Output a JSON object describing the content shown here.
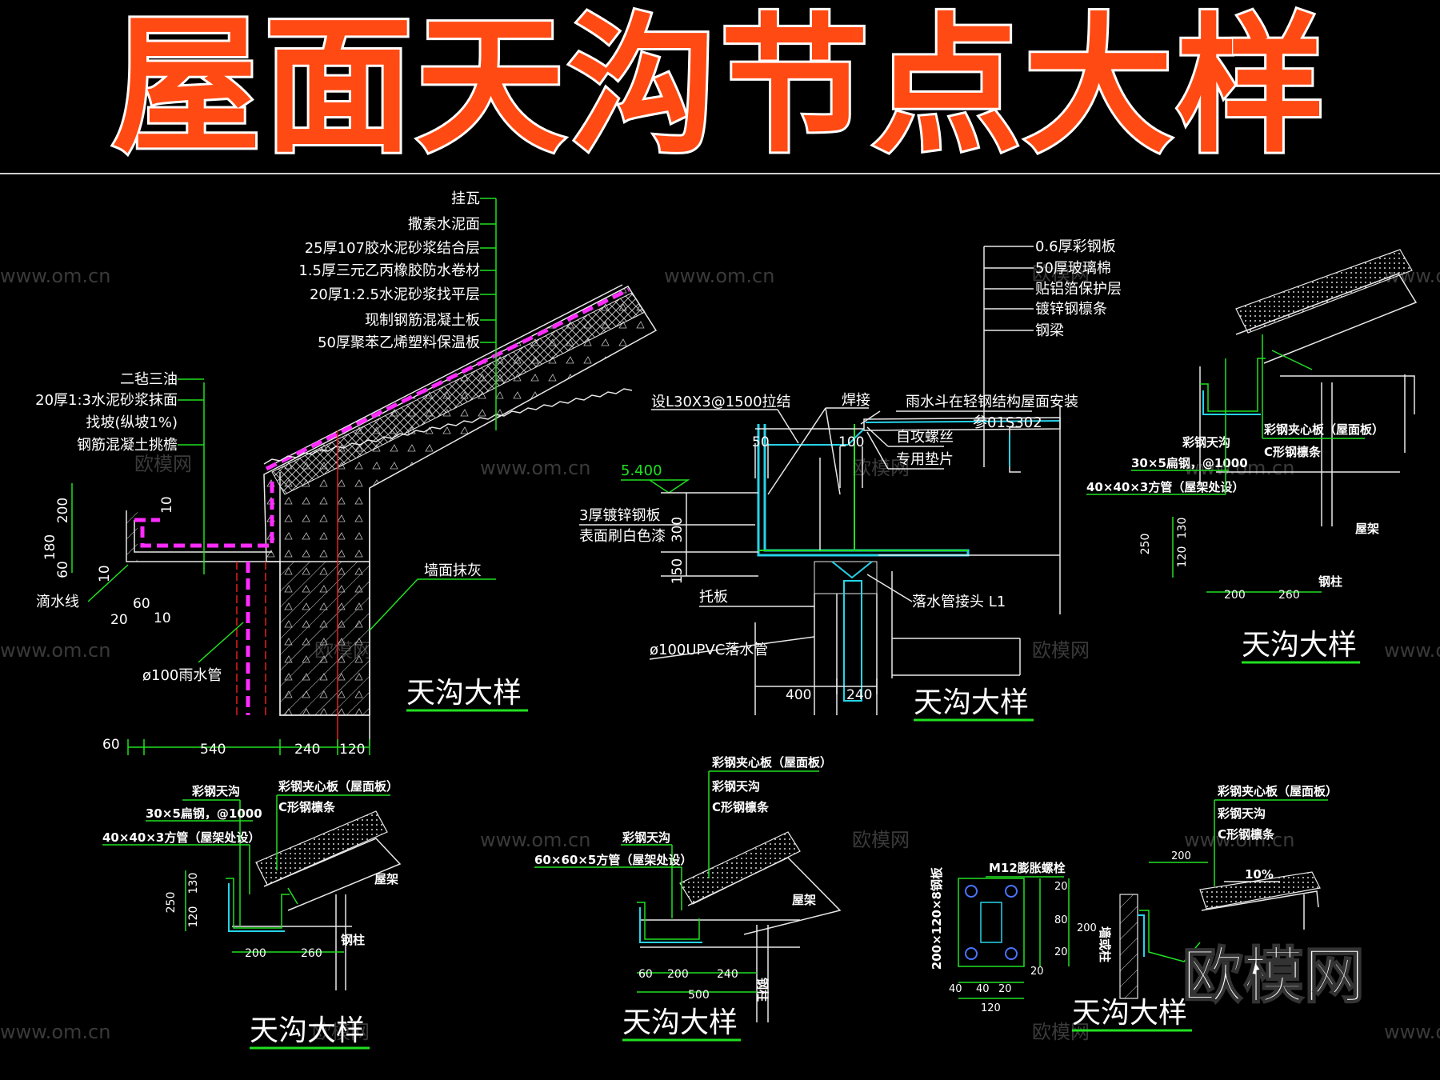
{
  "title": "屋面天沟节点大样",
  "brand": "欧模网",
  "watermarks": [
    "欧模网",
    "www.om.cn"
  ],
  "colors": {
    "title": "#ff4a14",
    "line_green": "#21e021",
    "line_white": "#e8e8e8",
    "line_cyan": "#27d3e8",
    "line_magenta": "#ff2bff",
    "line_red": "#e51d1d"
  },
  "d1": {
    "layers": [
      "挂瓦",
      "撒素水泥面",
      "25厚107胶水泥砂浆结合层",
      "1.5厚三元乙丙橡胶防水卷材",
      "20厚1:2.5水泥砂浆找平层",
      "现制钢筋混凝土板",
      "50厚聚苯乙烯塑料保温板"
    ],
    "left_notes": [
      "二毡三油",
      "20厚1:3水泥砂浆抹面",
      "找坡(纵坡1%)",
      "钢筋混凝土挑檐"
    ],
    "drip": "滴水线",
    "pipe": "ø100雨水管",
    "wall": "墙面抹灰",
    "dims_v": [
      "200",
      "180",
      "60"
    ],
    "dims_small": [
      "10",
      "10",
      "60",
      "20",
      "10"
    ],
    "dims_h": [
      "60",
      "540",
      "240",
      "120"
    ],
    "caption": "天沟大样"
  },
  "d2": {
    "layers": [
      "0.6厚彩钢板",
      "50厚玻璃棉",
      "贴铝箔保护层",
      "镀锌钢檩条",
      "钢梁"
    ],
    "tie": "设L30X3@1500拉结",
    "weld": "焊接",
    "install": "雨水斗在轻钢结构屋面安装",
    "ref": "参01S302",
    "screw": "自攻螺丝",
    "washer": "专用垫片",
    "elev": "5.400",
    "plate1": "3厚镀锌钢板",
    "plate2": "表面刷白色漆",
    "tray": "托板",
    "pipe": "ø100UPVC落水管",
    "joint": "落水管接头 L1",
    "dims": [
      "50",
      "100",
      "300",
      "150",
      "400",
      "240"
    ],
    "caption": "天沟大样"
  },
  "d3": {
    "labels": [
      "彩钢天沟",
      "彩钢夹心板（屋面板）",
      "30×5扁钢，@1000",
      "C形钢檩条",
      "40×40×3方管（屋架处设）",
      "屋架",
      "钢柱"
    ],
    "dims": [
      "250",
      "130",
      "120",
      "200",
      "260"
    ],
    "caption": "天沟大样"
  },
  "d4": {
    "labels": [
      "彩钢天沟",
      "彩钢夹心板（屋面板）",
      "30×5扁钢，@1000",
      "C形钢檩条",
      "40×40×3方管（屋架处设）",
      "屋架",
      "钢柱"
    ],
    "dims": [
      "250",
      "130",
      "120",
      "200",
      "260"
    ],
    "caption": "天沟大样"
  },
  "d5": {
    "labels": [
      "彩钢夹心板（屋面板）",
      "彩钢天沟",
      "C形钢檩条",
      "彩钢天沟",
      "60×60×5方管（屋架处设）",
      "屋架",
      "钢柱"
    ],
    "dims": [
      "60",
      "200",
      "240",
      "500"
    ],
    "caption": "天沟大样"
  },
  "d6": {
    "labels": [
      "彩钢夹心板（屋面板）",
      "彩钢天沟",
      "C形钢檩条",
      "M12膨胀螺栓",
      "200×120×8钢板",
      "墙或柱"
    ],
    "slope": "10%",
    "dims": [
      "200",
      "20",
      "80",
      "20",
      "200",
      "20",
      "40",
      "40",
      "20",
      "120"
    ],
    "caption": "天沟大样"
  }
}
